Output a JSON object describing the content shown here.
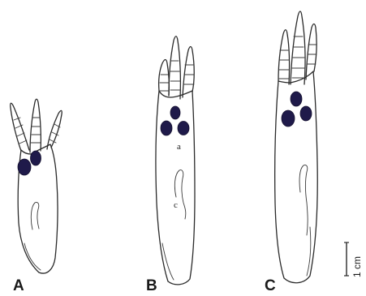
{
  "figure": {
    "panels": [
      {
        "label": "A"
      },
      {
        "label": "B",
        "annotations": [
          "a",
          "c"
        ]
      },
      {
        "label": "C"
      }
    ],
    "scale_bar": {
      "text": "1 cm"
    },
    "colors": {
      "outline": "#2a2a2a",
      "pad": "#1f1a4a",
      "background": "#ffffff"
    }
  }
}
